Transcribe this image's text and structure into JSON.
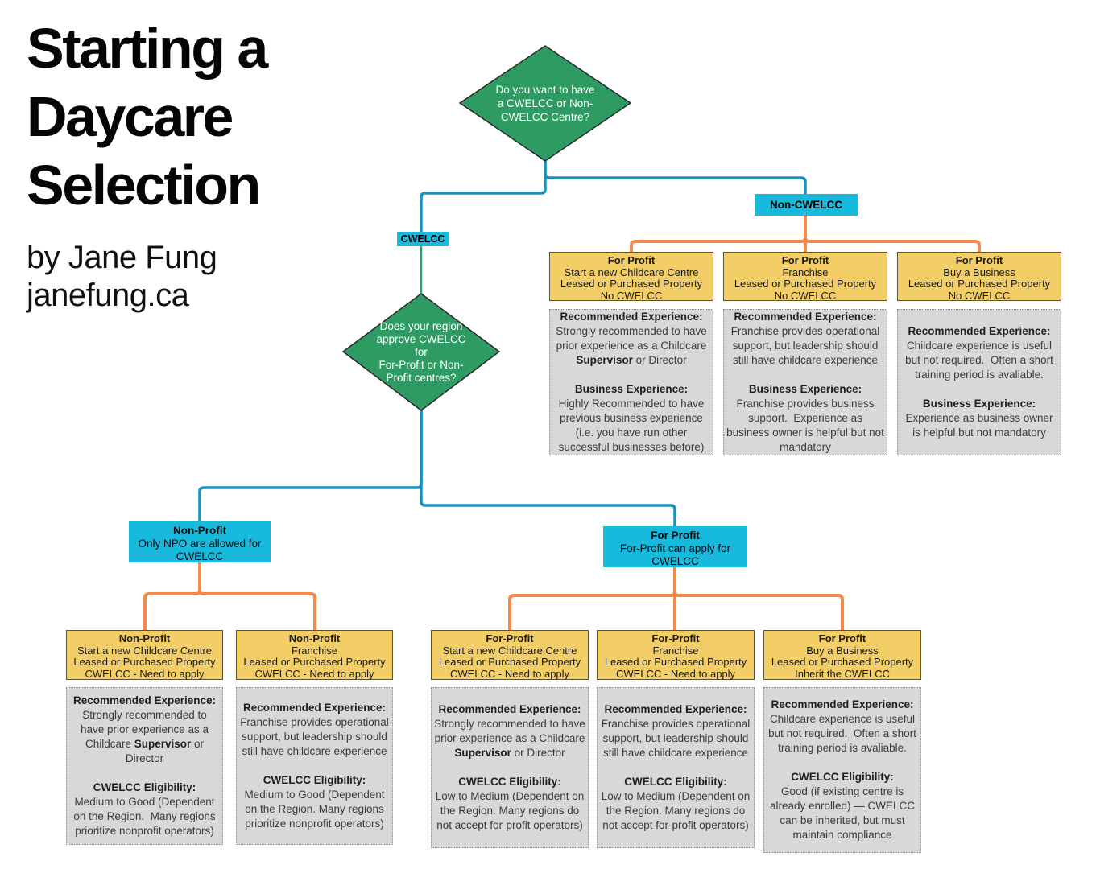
{
  "header": {
    "title_line1": "Starting a",
    "title_line2": "Daycare",
    "title_line3": "Selection",
    "byline": "by Jane Fung",
    "website": "janefung.ca"
  },
  "decisions": {
    "q1": "Do you want to have\na CWELCC or Non-\nCWELCC Centre?",
    "q2": "Does your region\napprove CWELCC\nfor\nFor-Profit or Non-\nProfit centres?"
  },
  "branches": {
    "cwelcc_label": "CWELCC",
    "non_cwelcc_label": "Non-CWELCC",
    "non_profit": {
      "title": "Non-Profit",
      "desc": "Only NPO are allowed for\nCWELCC"
    },
    "for_profit": {
      "title": "For Profit",
      "desc": "For-Profit can apply for\nCWELCC"
    }
  },
  "options": {
    "ncw_new": {
      "title": "For Profit",
      "line1": "Start a new Childcare Centre",
      "line2": "Leased or Purchased Property",
      "line3": "No CWELCC"
    },
    "ncw_franchise": {
      "title": "For Profit",
      "line1": "Franchise",
      "line2": "Leased or Purchased Property",
      "line3": "No CWELCC"
    },
    "ncw_buy": {
      "title": "For Profit",
      "line1": "Buy a Business",
      "line2": "Leased or Purchased Property",
      "line3": "No CWELCC"
    },
    "np_new": {
      "title": "Non-Profit",
      "line1": "Start a new Childcare Centre",
      "line2": "Leased or Purchased Property",
      "line3": "CWELCC - Need to apply"
    },
    "np_franchise": {
      "title": "Non-Profit",
      "line1": "Franchise",
      "line2": "Leased or Purchased Property",
      "line3": "CWELCC - Need to apply"
    },
    "fp_new": {
      "title": "For-Profit",
      "line1": "Start a new Childcare Centre",
      "line2": "Leased or Purchased Property",
      "line3": "CWELCC - Need to apply"
    },
    "fp_franchise": {
      "title": "For-Profit",
      "line1": "Franchise",
      "line2": "Leased or Purchased Property",
      "line3": "CWELCC - Need to apply"
    },
    "fp_buy": {
      "title": "For Profit",
      "line1": "Buy a Business",
      "line2": "Leased or Purchased Property",
      "line3": "Inherit the CWELCC"
    }
  },
  "details": {
    "ncw_new": {
      "h1": "Recommended Experience:",
      "b1_pre": "Strongly recommended to have prior experience as a Childcare ",
      "b1_bold": "Supervisor",
      "b1_post": " or Director",
      "h2": "Business Experience:",
      "b2": "Highly Recommended to have previous business experience (i.e. you have run other successful businesses before)"
    },
    "ncw_franchise": {
      "h1": "Recommended Experience:",
      "b1_pre": "Franchise provides operational support, but leadership should still have childcare experience",
      "b1_bold": "",
      "b1_post": "",
      "h2": "Business Experience:",
      "b2": "Franchise provides business support.  Experience as business owner is helpful but not mandatory"
    },
    "ncw_buy": {
      "h1": "Recommended Experience:",
      "b1_pre": "Childcare experience is useful but not required.  Often a short training period is avaliable.",
      "b1_bold": "",
      "b1_post": "",
      "h2": "Business Experience:",
      "b2": "Experience as business owner is helpful but not mandatory"
    },
    "np_new": {
      "h1": "Recommended Experience:",
      "b1_pre": "Strongly recommended to have prior experience as a Childcare ",
      "b1_bold": "Supervisor",
      "b1_post": " or Director",
      "h2": "CWELCC Eligibility:",
      "b2": "Medium to Good (Dependent on the Region.  Many regions prioritize nonprofit operators)"
    },
    "np_franchise": {
      "h1": "Recommended Experience:",
      "b1_pre": "Franchise provides operational support, but leadership should still have childcare experience",
      "b1_bold": "",
      "b1_post": "",
      "h2": "CWELCC Eligibility:",
      "b2": "Medium to Good (Dependent on the Region. Many regions prioritize nonprofit operators)"
    },
    "fp_new": {
      "h1": "Recommended Experience:",
      "b1_pre": "Strongly recommended to have prior experience as a Childcare ",
      "b1_bold": "Supervisor",
      "b1_post": " or Director",
      "h2": "CWELCC Eligibility:",
      "b2": "Low to Medium (Dependent on the Region. Many regions do not accept for-profit operators)"
    },
    "fp_franchise": {
      "h1": "Recommended Experience:",
      "b1_pre": "Franchise provides operational support, but leadership should still have childcare experience",
      "b1_bold": "",
      "b1_post": "",
      "h2": "CWELCC Eligibility:",
      "b2": "Low to Medium (Dependent on the Region. Many regions do not accept for-profit operators)"
    },
    "fp_buy": {
      "h1": "Recommended Experience:",
      "b1_pre": "Childcare experience is useful but not required.  Often a short training period is avaliable.",
      "b1_bold": "",
      "b1_post": "",
      "h2": "CWELCC Eligibility:",
      "b2": "Good (if existing centre is already enrolled) — CWELCC can be inherited, but must maintain compliance"
    }
  },
  "colors": {
    "diamond_green": "#2E9B63",
    "cyan": "#17B9DD",
    "yellow": "#F3CE67",
    "gray": "#D8D8D8",
    "orange_line": "#F28A4D",
    "teal_line": "#1793BB",
    "green_line": "#2F9E78"
  }
}
